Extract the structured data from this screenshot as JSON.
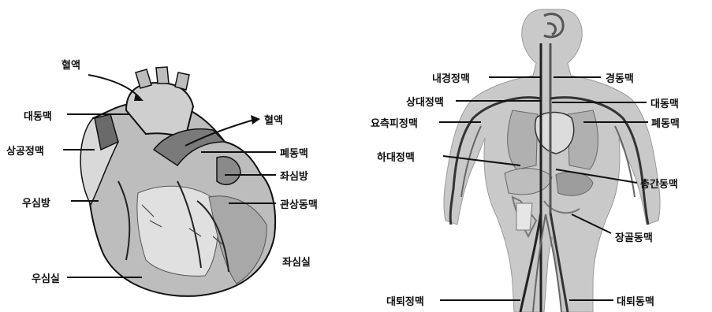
{
  "heart": {
    "labels": {
      "blood": "혈액",
      "aorta": "대동맥",
      "blood_out": "혈액",
      "superior_vena_cava": "상공정맥",
      "pulmonary_artery": "폐동맥",
      "left_atrium": "좌심방",
      "right_atrium": "우심방",
      "coronary_artery": "관상동맥",
      "left_ventricle": "좌심실",
      "right_ventricle": "우심실"
    }
  },
  "body": {
    "labels": {
      "internal_jugular_vein": "내경정맥",
      "carotid_artery": "경동맥",
      "superior_vena_cava": "상대정맥",
      "aorta": "대동맥",
      "cephalic_vein": "요측피정맥",
      "pulmonary_artery": "폐동맥",
      "inferior_vena_cava": "하대정맥",
      "common_hepatic_artery": "총간동맥",
      "iliac_artery": "장골동맥",
      "femoral_vein": "대퇴정맥",
      "femoral_artery": "대퇴동맥"
    }
  },
  "colors": {
    "line": "#111111",
    "fill_light": "#cfcfcf",
    "fill_mid": "#9a9a9a",
    "fill_dark": "#5a5a5a"
  }
}
